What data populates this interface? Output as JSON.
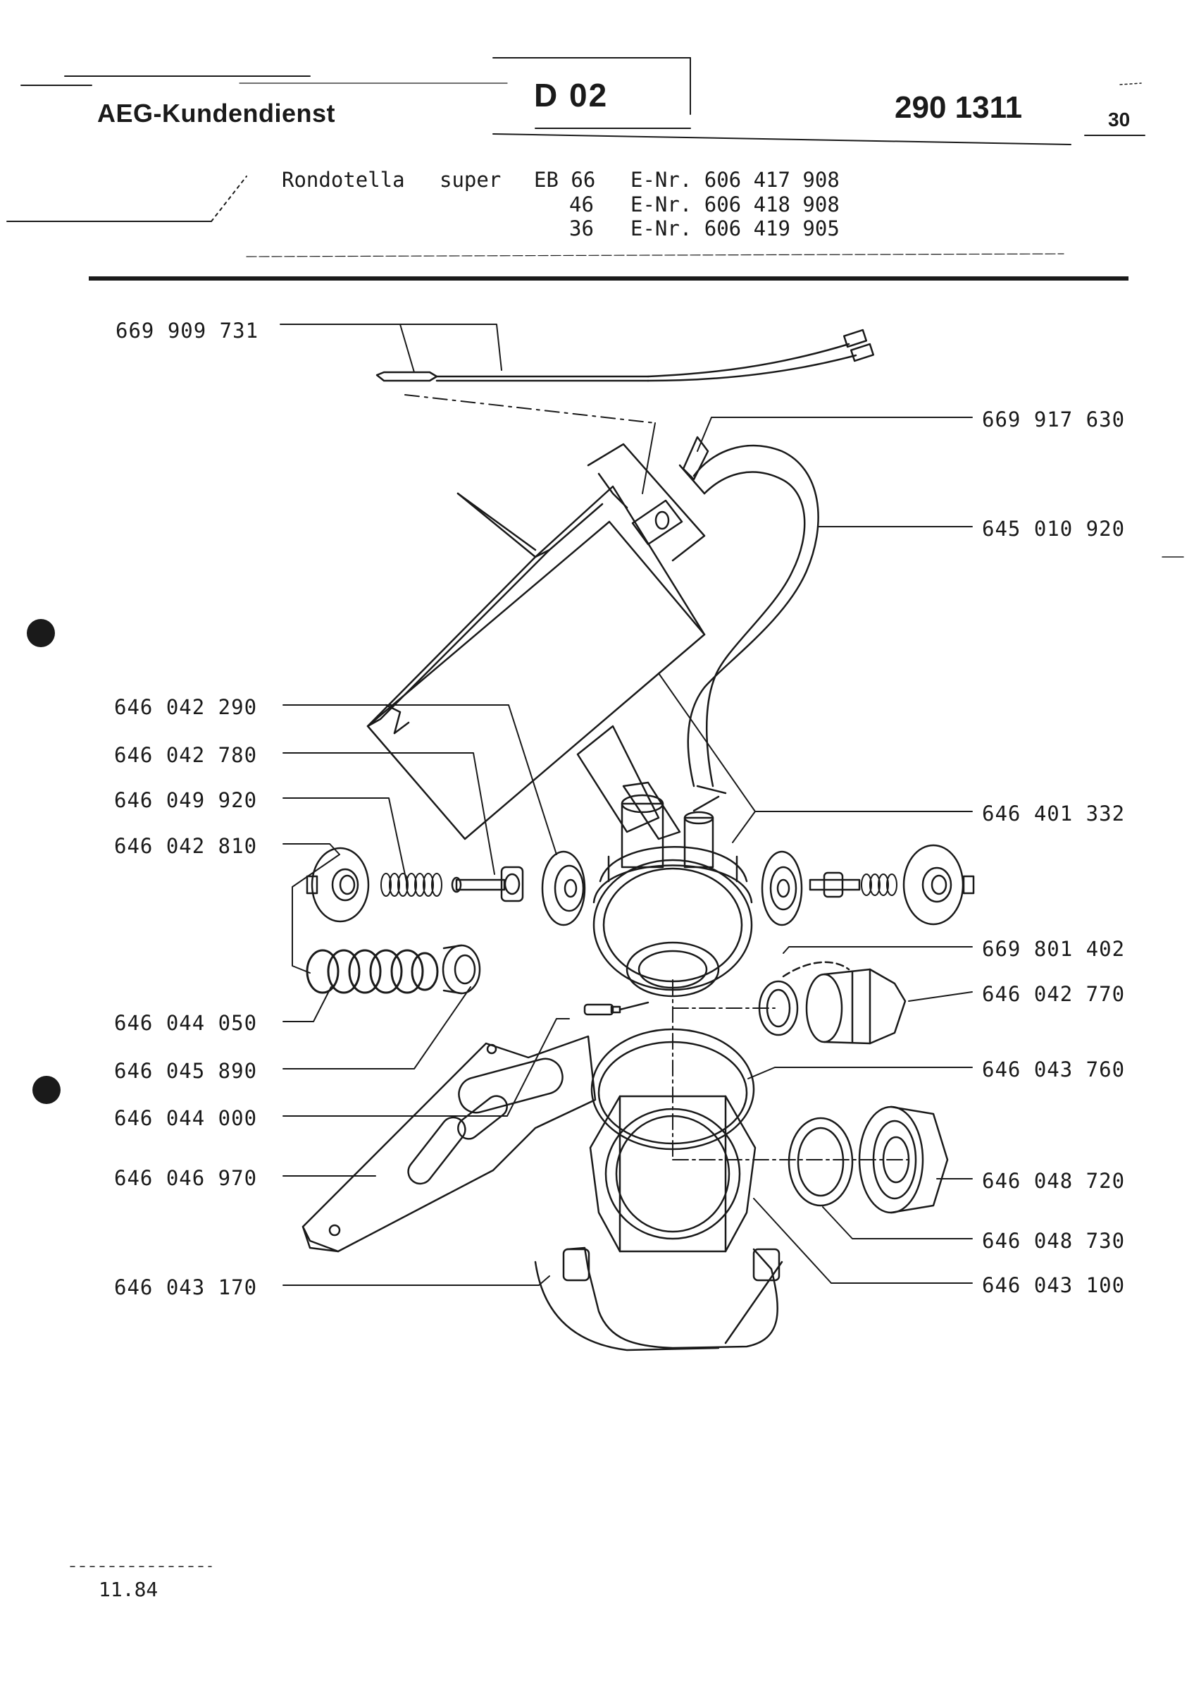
{
  "header": {
    "brand": "AEG-Kundendienst",
    "section_code": "D 02",
    "doc_number": "290 1311",
    "page_number": "30"
  },
  "model": {
    "name": "Rondotella",
    "variant": "super",
    "rows": [
      {
        "type": "EB 66",
        "enr": "E-Nr. 606 417 908"
      },
      {
        "type": "46",
        "enr": "E-Nr. 606 418 908"
      },
      {
        "type": "36",
        "enr": "E-Nr. 606 419 905"
      }
    ]
  },
  "parts_left": [
    "669 909 731",
    "646 042 290",
    "646 042 780",
    "646 049 920",
    "646 042 810",
    "646 044 050",
    "646 045 890",
    "646 044 000",
    "646 046 970",
    "646 043 170"
  ],
  "parts_right": [
    "669 917 630",
    "645 010 920",
    "646 401 332",
    "669 801 402",
    "646 042 770",
    "646 043 760",
    "646 048 720",
    "646 048 730",
    "646 043 100"
  ],
  "footer": {
    "date": "11.84"
  }
}
